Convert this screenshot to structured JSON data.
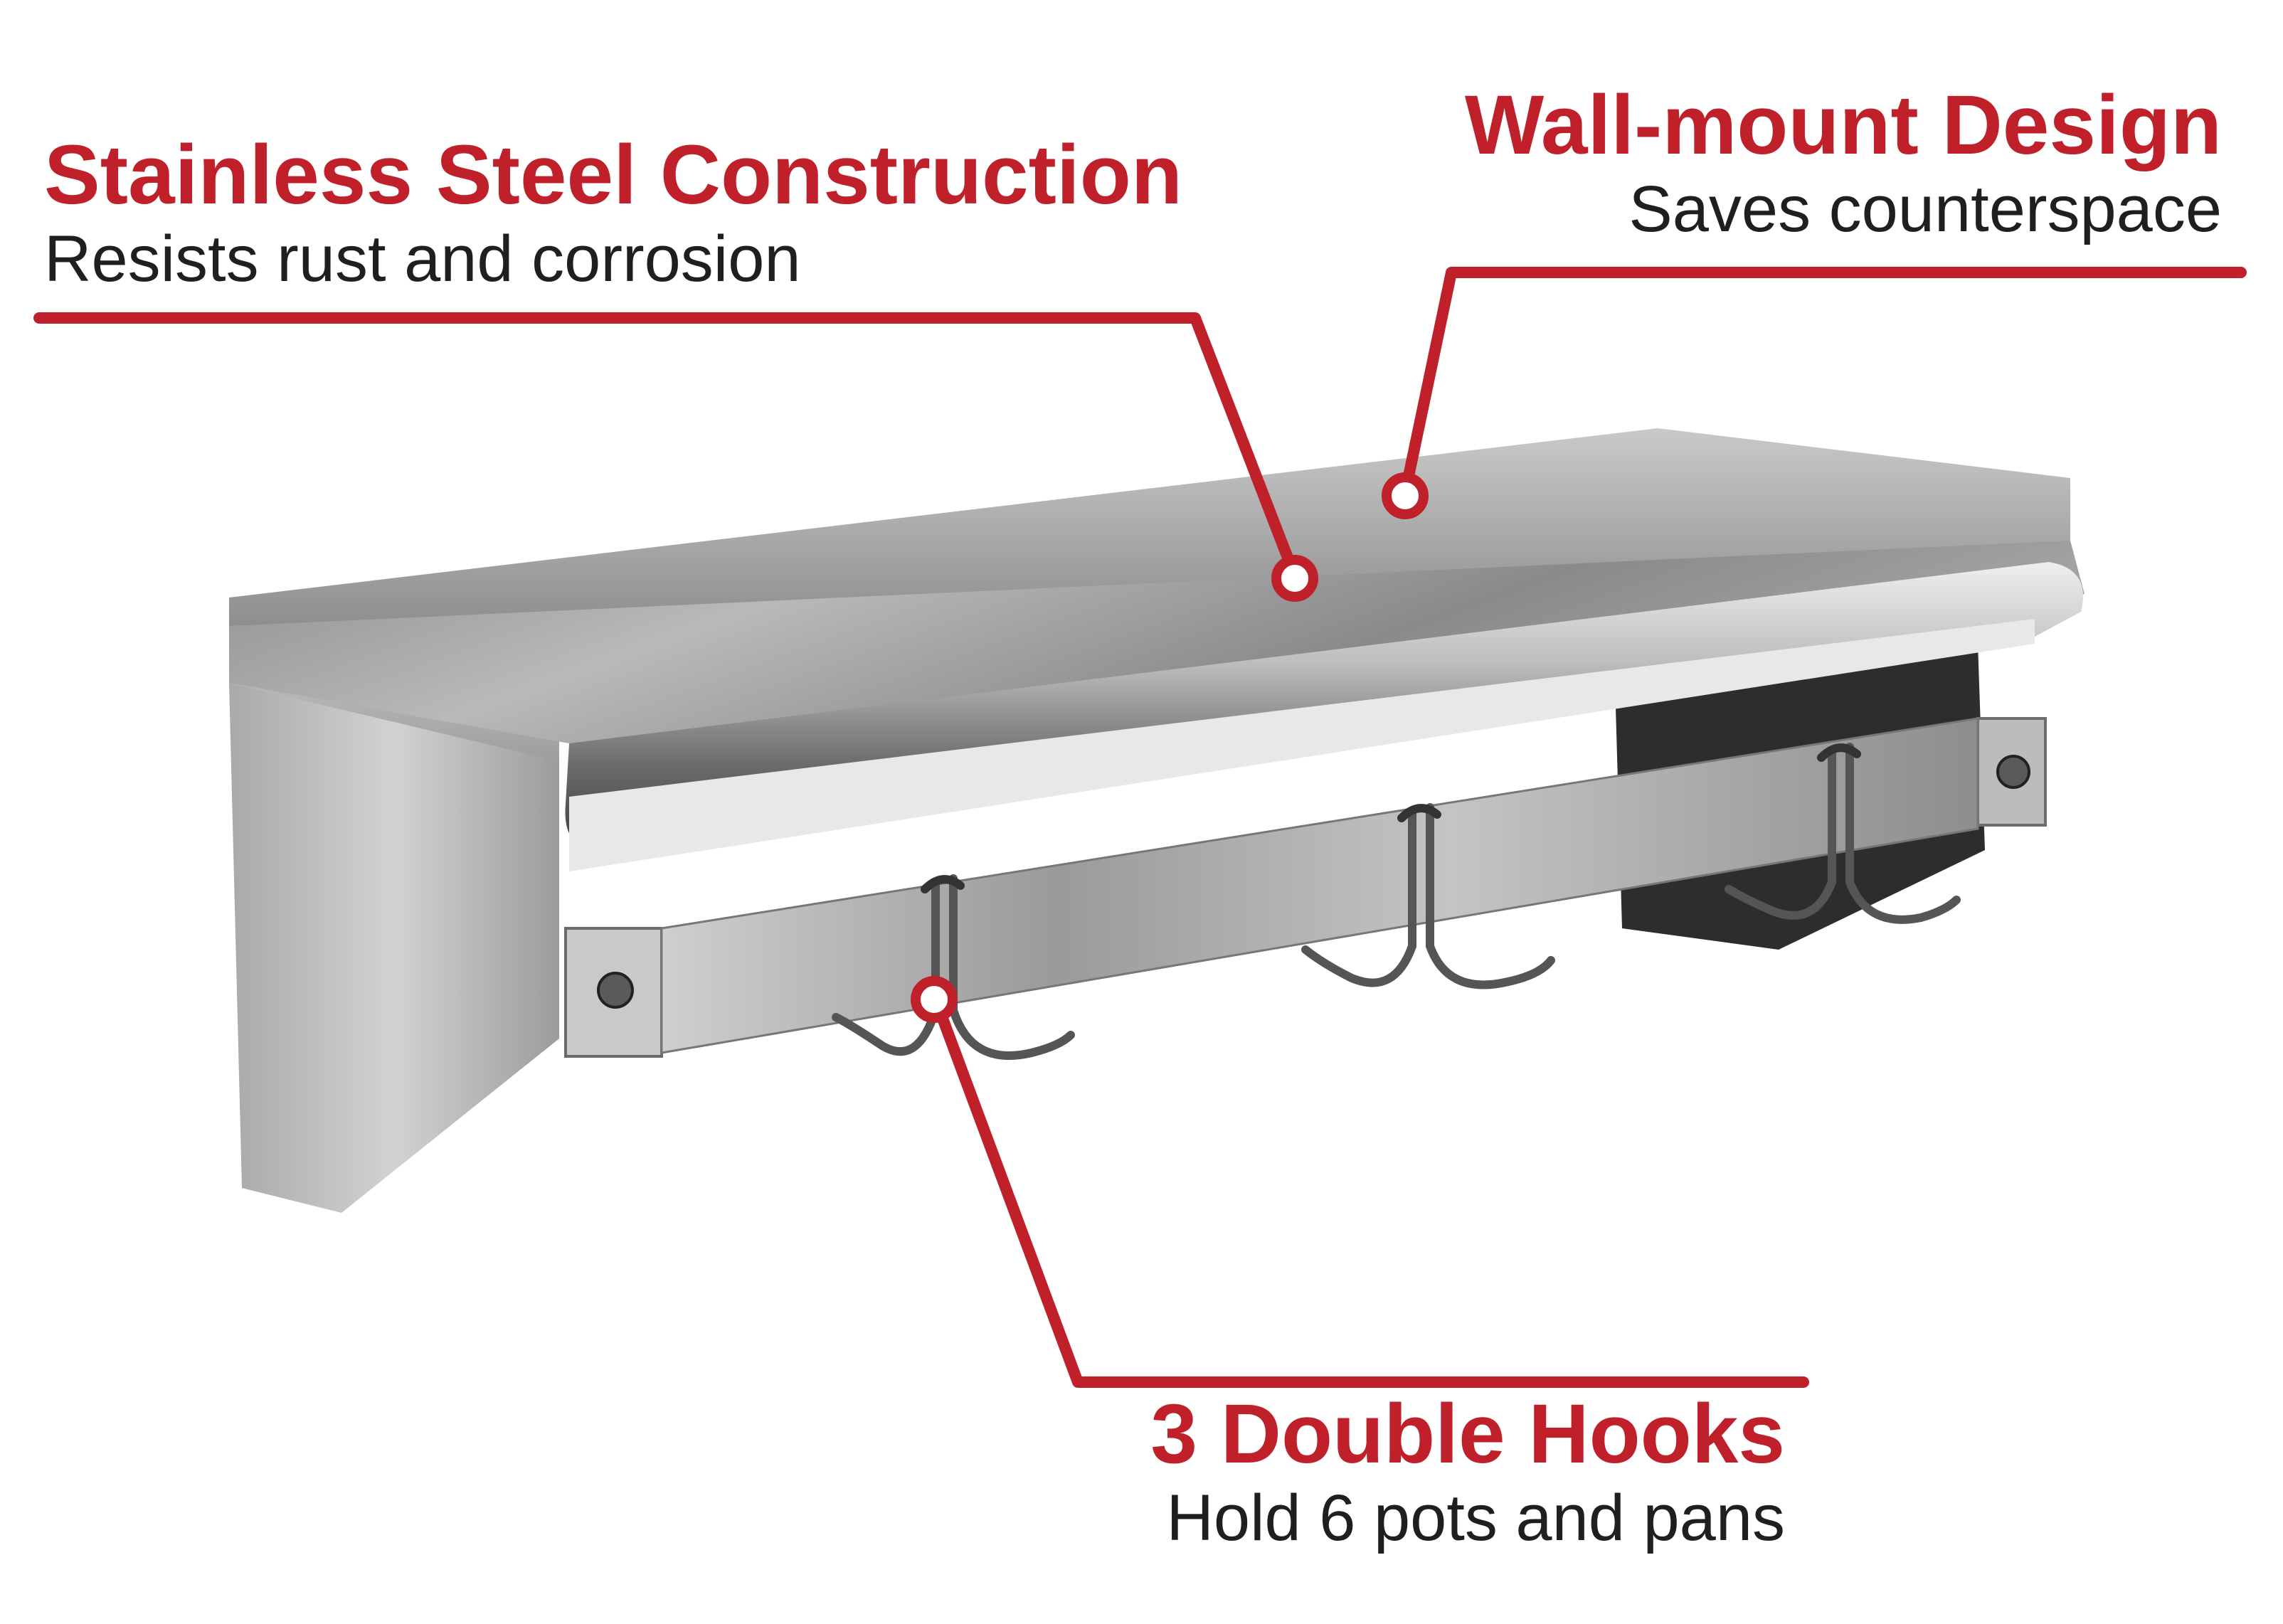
{
  "callouts": {
    "steel": {
      "title": "Stainless Steel Construction",
      "subtitle": "Resists rust and corrosion"
    },
    "wall": {
      "title": "Wall-mount Design",
      "subtitle": "Saves counterspace"
    },
    "hooks": {
      "title": "3 Double Hooks",
      "subtitle": "Hold 6 pots and pans"
    }
  },
  "colors": {
    "accent": "#c0202a",
    "text": "#1f1f1f",
    "background": "#ffffff"
  }
}
